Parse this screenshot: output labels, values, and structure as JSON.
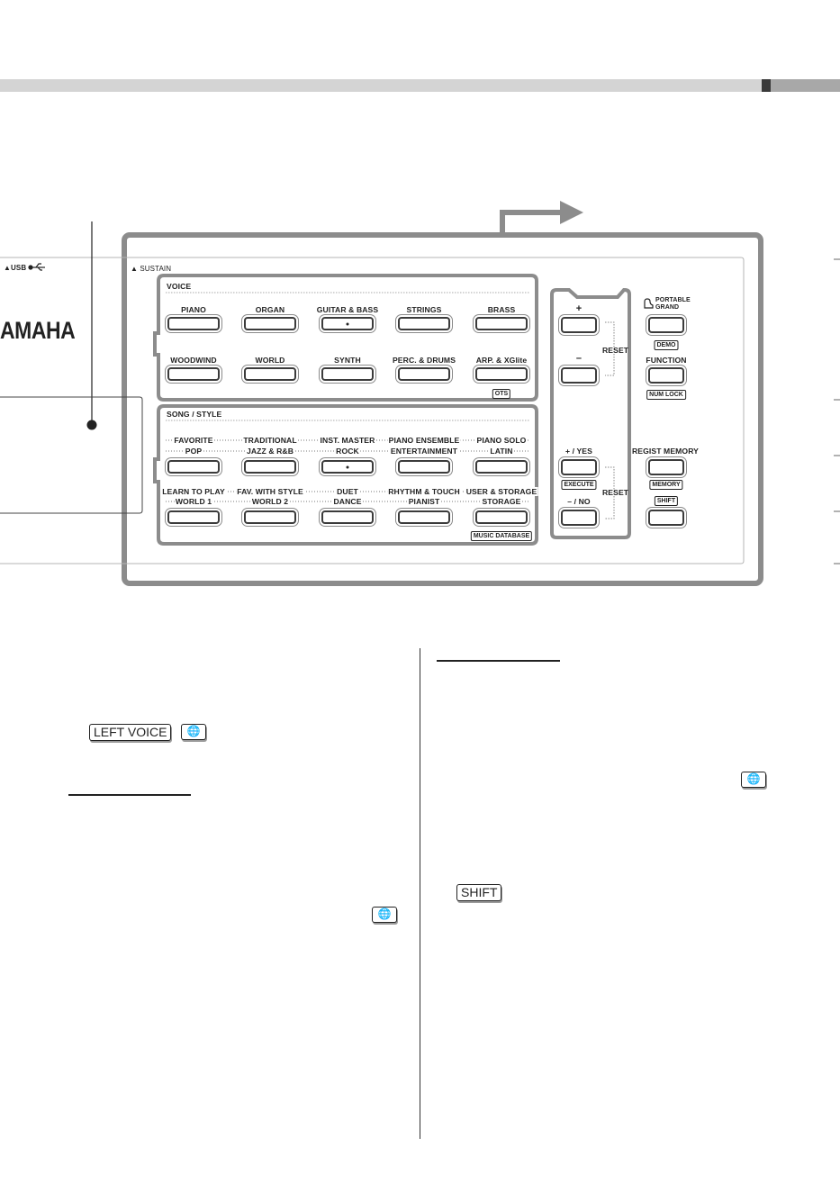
{
  "panel": {
    "usb_label": "▲USB",
    "usb_icon": "usb-symbol",
    "logo": "AMAHA",
    "sustain_label": "▲ SUSTAIN"
  },
  "voice": {
    "title": "VOICE",
    "row1": [
      "PIANO",
      "ORGAN",
      "GUITAR & BASS",
      "STRINGS",
      "BRASS"
    ],
    "row2": [
      "WOODWIND",
      "WORLD",
      "SYNTH",
      "PERC. & DRUMS",
      "ARP. & XGlite"
    ],
    "ots": "OTS"
  },
  "song_style": {
    "title": "SONG / STYLE",
    "row1_top": [
      "FAVORITE",
      "TRADITIONAL",
      "INST. MASTER",
      "PIANO ENSEMBLE",
      "PIANO SOLO"
    ],
    "row1_bottom": [
      "POP",
      "JAZZ & R&B",
      "ROCK",
      "ENTERTAINMENT",
      "LATIN"
    ],
    "row2_top": [
      "LEARN TO PLAY",
      "FAV. WITH STYLE",
      "DUET",
      "RHYTHM & TOUCH",
      "USER & STORAGE"
    ],
    "row2_bottom": [
      "WORLD 1",
      "WORLD 2",
      "DANCE",
      "PIANIST",
      "STORAGE"
    ],
    "music_database": "MUSIC DATABASE"
  },
  "control": {
    "plus": "+",
    "minus": "–",
    "reset": "RESET",
    "yes": "+ / YES",
    "no": "– / NO",
    "execute": "EXECUTE"
  },
  "right": {
    "portable_grand": "PORTABLE\nGRAND",
    "portable_grand_icon": "grand-piano-icon",
    "demo": "DEMO",
    "function": "FUNCTION",
    "num_lock": "NUM LOCK",
    "regist_memory": "REGIST MEMORY",
    "memory": "MEMORY",
    "shift": "SHIFT"
  },
  "text": {
    "left_voice": "LEFT VOICE",
    "shift_key": "SHIFT",
    "globe_icon": "globe-icon"
  },
  "colors": {
    "panel_border": "#8c8c8c",
    "panel_bg": "#efefef",
    "topbar": "#d4d4d4"
  }
}
